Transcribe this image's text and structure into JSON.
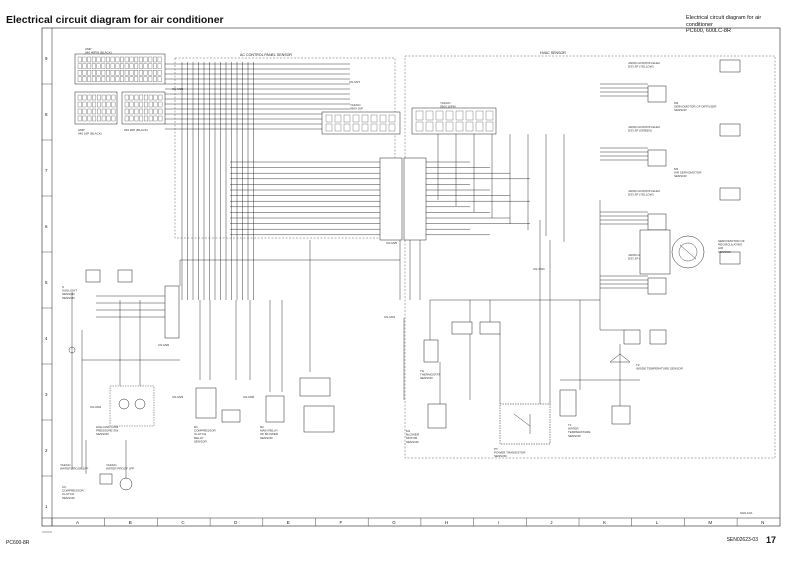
{
  "header": {
    "title": "Electrical circuit diagram for air conditioner",
    "right_line1": "Electrical circuit diagram for air conditioner",
    "right_line2": "PC600, 600LC-8R"
  },
  "footer": {
    "left": "PC600-8R",
    "code": "SEN02623-03",
    "page": "17"
  },
  "grid": {
    "columns": [
      "A",
      "B",
      "C",
      "D",
      "E",
      "F",
      "G",
      "H",
      "I",
      "J",
      "K",
      "L",
      "M",
      "N"
    ],
    "rows": [
      "9",
      "8",
      "7",
      "6",
      "5",
      "4",
      "3",
      "2",
      "1"
    ]
  },
  "frames": {
    "control_panel": "AC CONTROL PANEL SENSOR",
    "hvac": "HVAC SENSOR"
  },
  "connectors": {
    "amp_top": "AMP\n040 40PIN (BLACK)",
    "amp_bottom_a": "AMP\n040 16P (BLACK)",
    "amp_bottom_b": "040 20P (BLACK)",
    "cn_m25": "CN-M25",
    "cn_m26": "CN-M26",
    "cn_m27": "CN-M27",
    "cn_m28": "CN-M28",
    "cn_m29": "CN-M29",
    "cn_m30": "CN-M30",
    "yazaki_mid": "YAZAKI\n090II 16P",
    "yazaki_hvac": "YAZAKI\n090II 16PW",
    "japan_1": "JAPAN AVIATION ELEC\nDS3 3P (YELLOW)",
    "japan_2": "JAPAN AVIATION ELEC\nDS3 3P (GREEN)",
    "japan_3": "JAPAN AVIATION ELEC\nDS3 3P (YELLOW)",
    "japan_4": "JAPAN AVIATION ELEC\nDS3 3P (GREEN)",
    "cn_sw1": "CN-SW1",
    "cn_m31": "CN-M31",
    "cn_m32": "CN-M32"
  },
  "components": {
    "servomotor_diffuser": "M2\nSERVOMOTOR OF DIFFUSER\nSENSOR",
    "air_servomotor": "M3\nAIR SERVOMOTOR\nSENSOR",
    "servomotor_recirc": "SERVOMOTOR OF\nRECIRCULATING\nAIR\nSENSOR",
    "sunlight_sensor": "S\nSUNLIGHT\nSENSOR\nSENSOR",
    "high_low_pressure": "HIGH AND LOW\nPRESSURE SW\nSENSOR",
    "compressor_clutch_relay": "R1\nCOMPRESSOR\nCLUTCH\nRELAY\nSENSOR",
    "blower_relay": "R2\nMAIN RELAY\nOF BLOWER\nSENSOR",
    "thermostat": "TH\nTHERMOSTAT\nSENSOR",
    "blower_motor": "M1\nBLOWER\nMOTOR\nSENSOR",
    "power_transistor": "PT\nPOWER TRANSISTOR\nSENSOR",
    "water_temp": "T1\nWATER\nTEMPERATURE\nSENSOR",
    "inside_temp": "T2\nINSIDE TEMPERATURE SENSOR",
    "compressor_clutch": "CC\nCOMPRESSOR\nCLUTCH\nSENSOR",
    "water_proof_1": "YAZAKI\nWATER PROOF 1PF",
    "water_proof_2": "YAZAKI\nWATER PROOF 1PF"
  },
  "refs": {
    "ref_id": "SG5-10A"
  }
}
